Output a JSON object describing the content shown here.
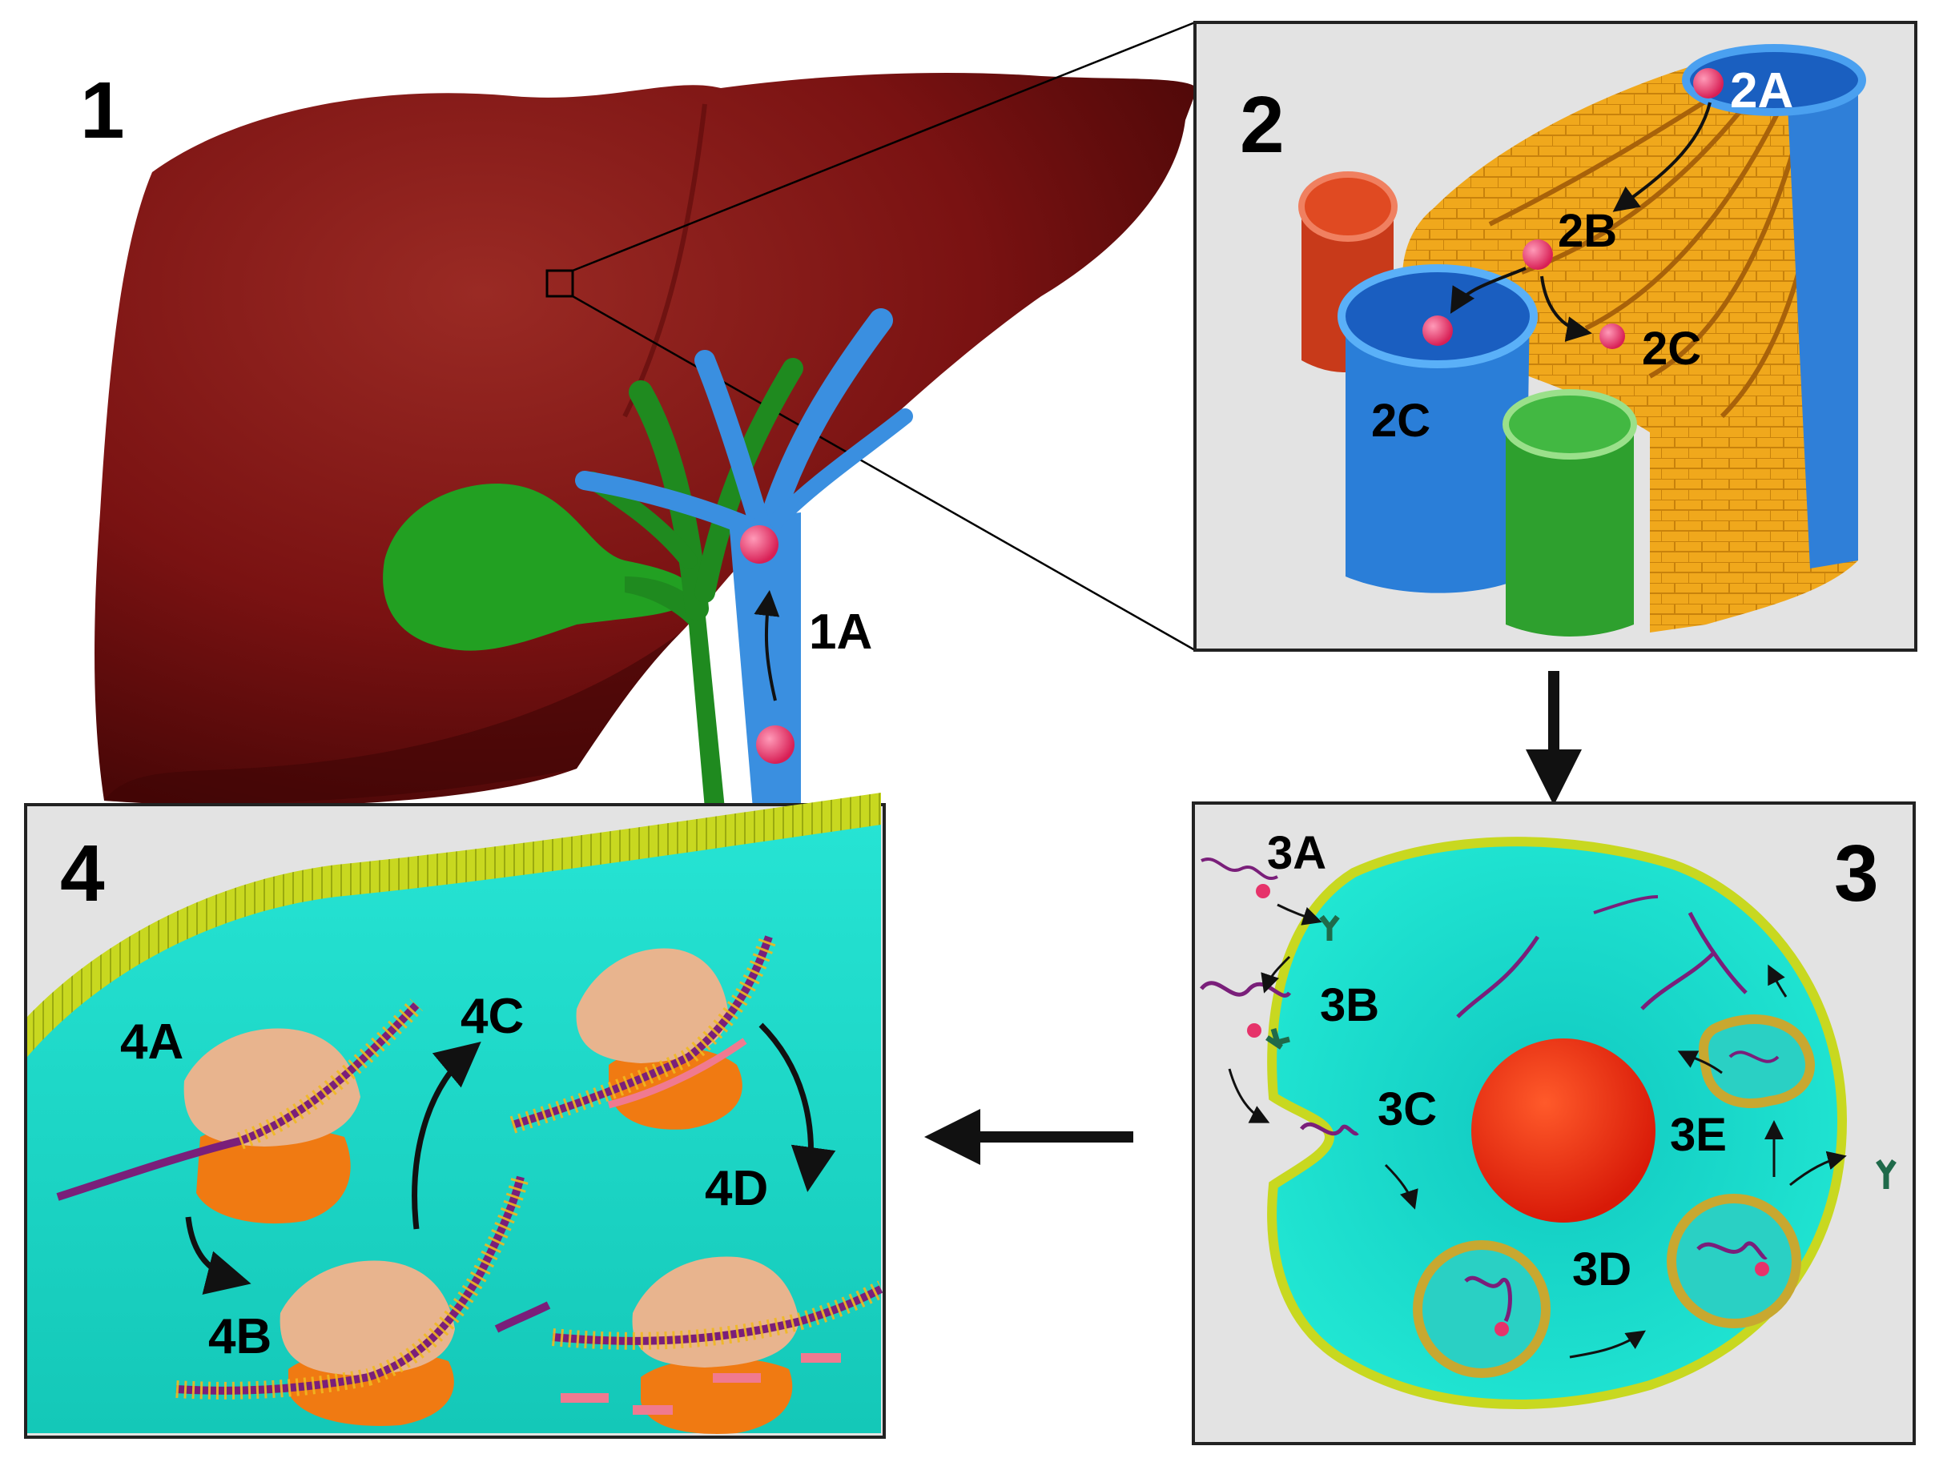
{
  "panels": {
    "p1": {
      "number": "1",
      "labels": {
        "a": "1A"
      }
    },
    "p2": {
      "number": "2",
      "labels": {
        "a": "2A",
        "b": "2B",
        "c1": "2C",
        "c2": "2C"
      }
    },
    "p3": {
      "number": "3",
      "labels": {
        "a": "3A",
        "b": "3B",
        "c": "3C",
        "d": "3D",
        "e": "3E"
      }
    },
    "p4": {
      "number": "4",
      "labels": {
        "a": "4A",
        "b": "4B",
        "c": "4C",
        "d": "4D"
      }
    }
  },
  "colors": {
    "liver": "#7a1212",
    "liver_dark": "#4a0707",
    "portal_vein": "#3a8fe0",
    "bile_duct": "#1f8a1f",
    "gallbladder": "#22a022",
    "hepatocytes": "#f0a81c",
    "hepatic_artery": "#d8401e",
    "particle": "#e6336a",
    "cytoplasm": "#18d8c8",
    "membrane": "#c8d820",
    "nucleus": "#ee2a10",
    "ribosome": "#e8b48e",
    "ribosome_small": "#f07a12",
    "rna": "#7a1f7a",
    "panel_bg": "#e3e3e3"
  }
}
